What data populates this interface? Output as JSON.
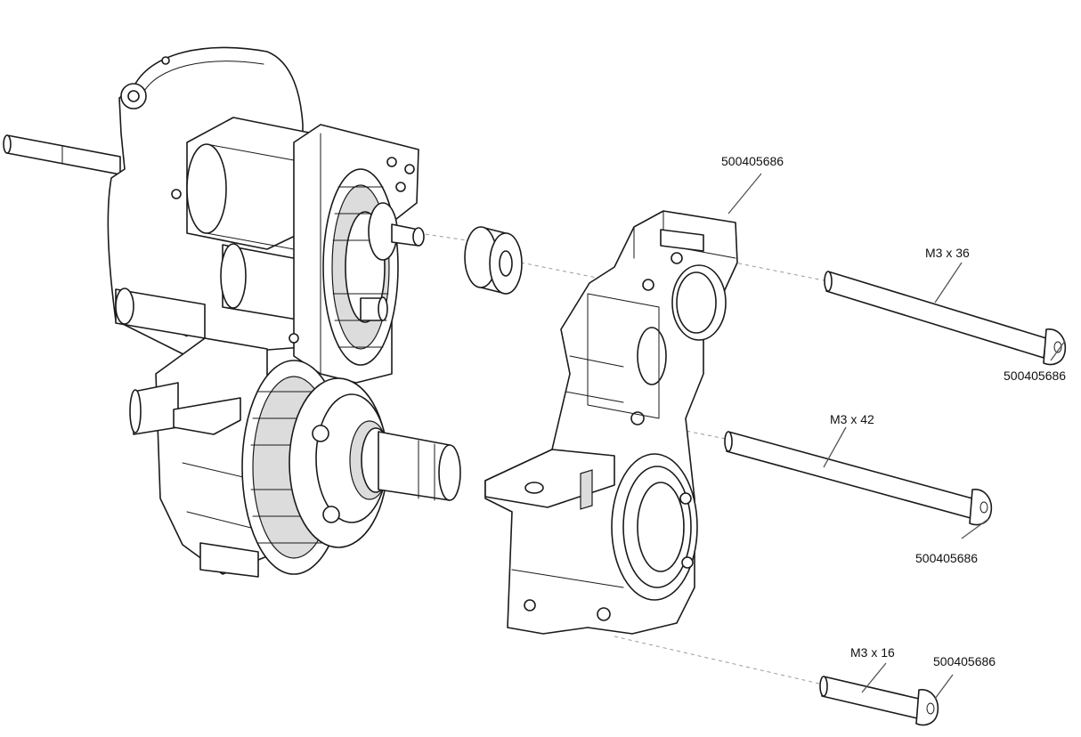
{
  "callouts": {
    "case_half_part_no": "500405686",
    "screw_long_size": "M3 x 36",
    "screw_long_part_no": "500405686",
    "screw_mid_size": "M3 x 42",
    "screw_mid_part_no": "500405686",
    "screw_short_size": "M3 x 16",
    "screw_short_part_no": "500405686"
  }
}
